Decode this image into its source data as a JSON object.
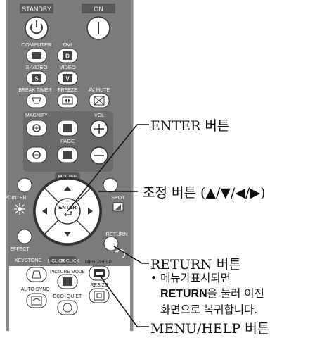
{
  "remote": {
    "standby": "STANDBY",
    "on": "ON",
    "computer": "COMPUTER",
    "dvi": "DVI",
    "dvi_key": "D",
    "svideo": "S-VIDEO",
    "svideo_key": "S",
    "video": "VIDEO",
    "video_key": "V",
    "break_timer": "BREAK TIMER",
    "freeze": "FREEZE",
    "av_mute": "AV MUTE",
    "magnify": "MAGNIFY",
    "page": "PAGE",
    "vol": "VOL",
    "mouse": "MOUSE",
    "pointer": "POINTER",
    "spot": "SPOT",
    "enter": "ENTER",
    "effect": "EFFECT",
    "return": "RETURN",
    "keystone": "KEYSTONE",
    "l_click": "L-CLICK",
    "r_click": "R-CLICK",
    "picture_mode": "PICTURE MODE",
    "menu_help": "MENU/HELP",
    "auto_sync": "AUTO SYNC",
    "eco_quiet": "ECO+QUIET",
    "resize": "RESIZE"
  },
  "callouts": {
    "enter_button": "ENTER 버튼",
    "adjust_buttons": "조정 버튼 (▲/▼/◀/▶)",
    "return_button": "RETURN 버튼",
    "return_note_line1": "• 메뉴가표시되면",
    "return_note_bold": "RETURN",
    "return_note_line2_rest": "을 눌러 이전",
    "return_note_line3": "화면으로 복귀합니다.",
    "menu_help_button": "MENU/HELP 버튼"
  },
  "colors": {
    "remote_body": "#7b7b7b",
    "panel_dark": "#6a6a6a",
    "button_face": "#ffffff",
    "label_white": "#ffffff",
    "leader_line": "#111111"
  }
}
